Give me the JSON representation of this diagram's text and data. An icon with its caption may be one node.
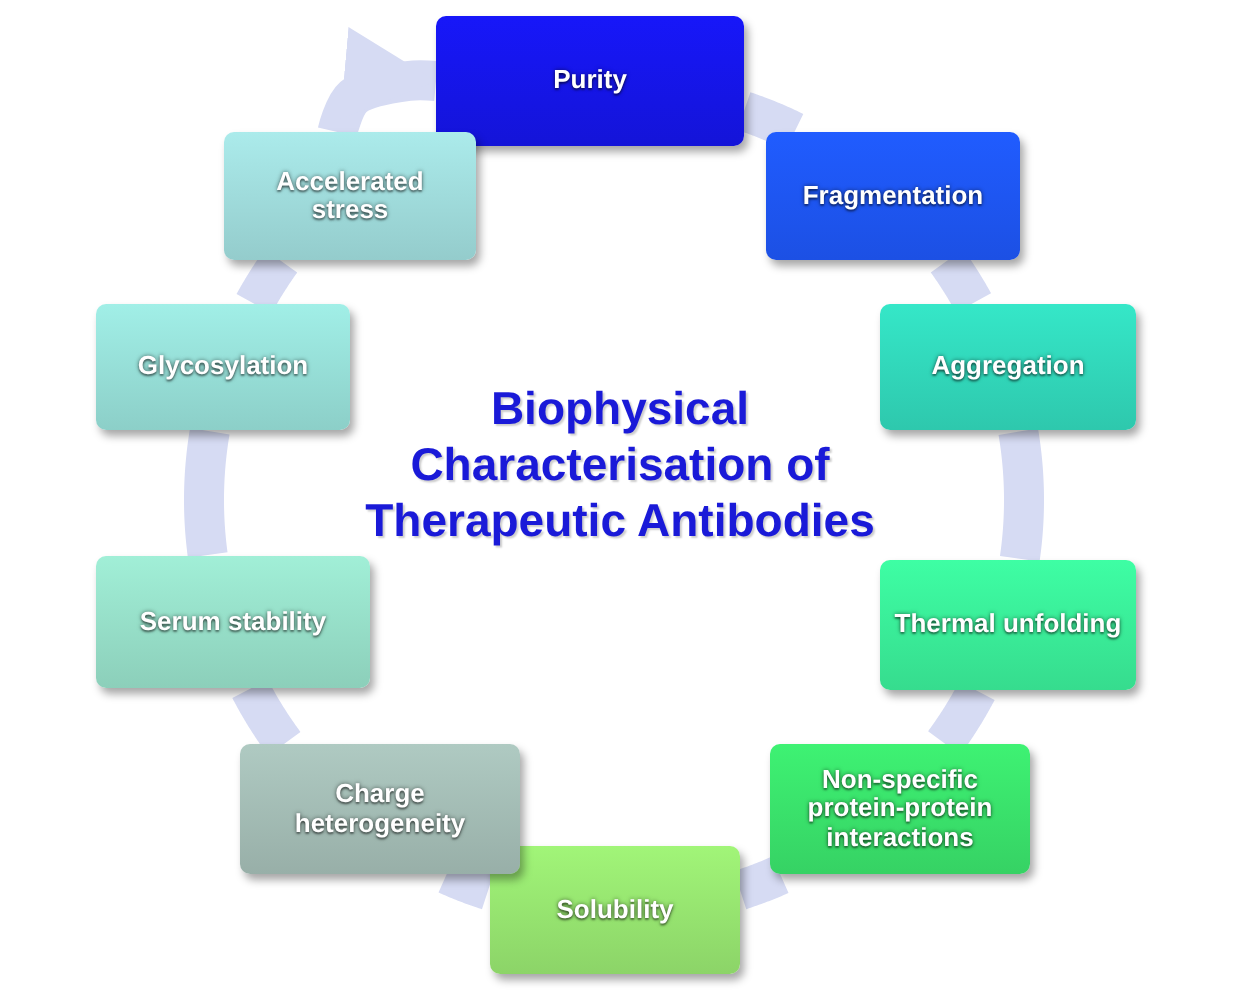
{
  "diagram": {
    "title": "Biophysical Characterisation of Therapeutic Antibodies",
    "nodes": [
      {
        "text": [
          "Purity"
        ]
      },
      {
        "text": [
          "Fragmentation"
        ]
      },
      {
        "text": [
          "Aggregation"
        ]
      },
      {
        "text": [
          "Thermal unfolding"
        ]
      },
      {
        "text": [
          "Non-specific protein-protein interactions"
        ]
      },
      {
        "text": [
          "Solubility"
        ]
      },
      {
        "text": [
          "Charge heterogeneity"
        ]
      },
      {
        "text": [
          "Serum stability"
        ]
      },
      {
        "text": [
          "Glycosylation"
        ]
      },
      {
        "text": [
          "Accelerated stress"
        ]
      }
    ],
    "edges": [
      {
        "from": 0,
        "to": 1,
        "arrow": "none"
      },
      {
        "from": 1,
        "to": 2,
        "arrow": "none"
      },
      {
        "from": 2,
        "to": 3,
        "arrow": "none"
      },
      {
        "from": 3,
        "to": 4,
        "arrow": "none"
      },
      {
        "from": 4,
        "to": 5,
        "arrow": "none"
      },
      {
        "from": 5,
        "to": 6,
        "arrow": "none"
      },
      {
        "from": 6,
        "to": 7,
        "arrow": "none"
      },
      {
        "from": 7,
        "to": 8,
        "arrow": "none"
      },
      {
        "from": 8,
        "to": 9,
        "arrow": "none"
      },
      {
        "from": 9,
        "to": 0,
        "arrow": "to"
      }
    ]
  }
}
